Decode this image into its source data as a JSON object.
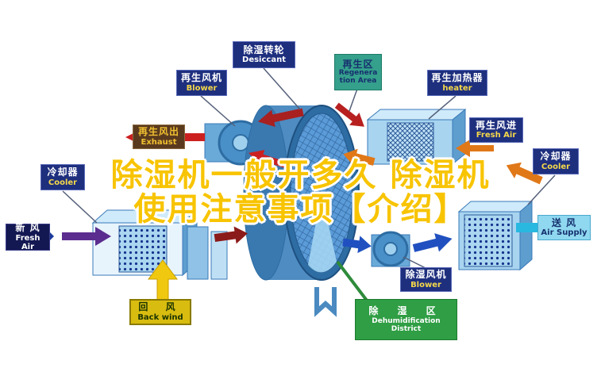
{
  "title": {
    "line1": "除湿机一般开多久 除湿机",
    "line2": "使用注意事项【介绍】"
  },
  "labels": {
    "regen_blower": {
      "zh": "再生风机",
      "en": "Blower"
    },
    "desiccant": {
      "zh": "除湿转轮",
      "en": "Desiccant"
    },
    "regen_area": {
      "zh": "再生区",
      "en": "Regeneration Area"
    },
    "heater": {
      "zh": "再生加热器",
      "en": "heater"
    },
    "exhaust": {
      "zh": "再生风出",
      "en": "Exhaust"
    },
    "regen_fresh_air": {
      "zh": "再生风进",
      "en": "Fresh Air"
    },
    "cooler_left": {
      "zh": "冷却器",
      "en": "Cooler"
    },
    "cooler_right": {
      "zh": "冷却器",
      "en": "Cooler"
    },
    "fresh_air": {
      "zh": "新 风",
      "en": "Fresh Air"
    },
    "air_supply": {
      "zh": "送 风",
      "en": "Air Supply"
    },
    "back_wind": {
      "zh": "回 风",
      "en": "Back wind"
    },
    "dehum_blower": {
      "zh": "除湿风机",
      "en": "Blower"
    },
    "dehum_district": {
      "zh": "除 湿 区",
      "en_line1": "Dehumidification",
      "en_line2": "District"
    }
  },
  "colors": {
    "title_gold": "#f8c400",
    "purple_arrow": "#5b2d8f",
    "navy_arrow": "#1a3a9a",
    "yellow_arrow": "#f0c810",
    "red_arrow": "#cc2020",
    "dark_red_arrow": "#8b1a1a",
    "orange_arrow": "#e07818",
    "blue_arrow": "#2050c0",
    "cyan_arrow": "#28b8e0",
    "green_connector": "#2e8b3a",
    "navy_box": "#1e2f7e",
    "teal_box": "#35a08c",
    "brown_box": "#5a3a1e",
    "yellow_box": "#d8bc10",
    "green_box": "#2f9e44",
    "cyan_box": "#8fd8f0",
    "dark_navy_box": "#141852",
    "wheel_blue": "#4e8cc2"
  }
}
